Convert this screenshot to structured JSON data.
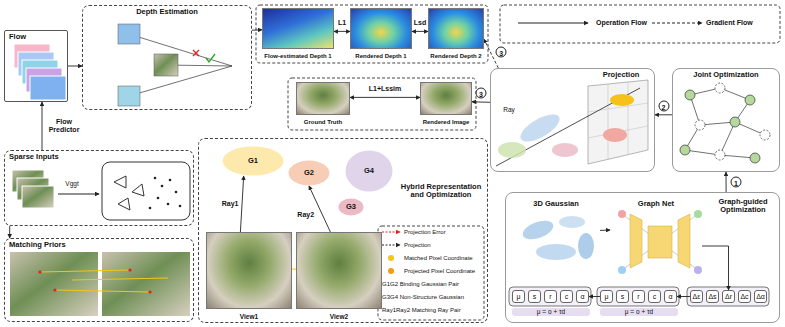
{
  "diagram": {
    "nodes": [
      {
        "text": [
          "Flow"
        ]
      },
      {
        "text": [
          "Sparse Inputs"
        ]
      },
      {
        "text": [
          "Matching Priors"
        ]
      },
      {
        "text": [
          "Depth Estimation"
        ]
      },
      {
        "text": [
          "Flow-estimated Depth 1"
        ]
      },
      {
        "text": [
          "Rendered Depth 1"
        ]
      },
      {
        "text": [
          "Rendered Depth 2"
        ]
      },
      {
        "text": [
          "Projection"
        ]
      },
      {
        "text": [
          "Joint Optimization"
        ]
      },
      {
        "text": [
          "Ground Truth"
        ]
      },
      {
        "text": [
          "Rendered Image"
        ]
      },
      {
        "text": [
          "Hybrid Representation and Optimization"
        ]
      },
      {
        "text": [
          "G1"
        ],
        "in": 11
      },
      {
        "text": [
          "G2"
        ],
        "in": 11
      },
      {
        "text": [
          "G4"
        ],
        "in": 11
      },
      {
        "text": [
          "G3"
        ],
        "in": 11
      },
      {
        "text": [
          "View1"
        ],
        "in": 11
      },
      {
        "text": [
          "View2"
        ],
        "in": 11
      },
      {
        "text": [
          "Graph-guided Optimization"
        ]
      },
      {
        "text": [
          "3D Gaussian"
        ],
        "in": 18
      },
      {
        "text": [
          "Graph Net"
        ],
        "in": 18
      },
      {
        "text": [
          "μ"
        ],
        "in": 18
      },
      {
        "text": [
          "s"
        ],
        "in": 18
      },
      {
        "text": [
          "r"
        ],
        "in": 18
      },
      {
        "text": [
          "c"
        ],
        "in": 18
      },
      {
        "text": [
          "α"
        ],
        "in": 18
      },
      {
        "text": [
          "μ"
        ],
        "in": 18
      },
      {
        "text": [
          "s"
        ],
        "in": 18
      },
      {
        "text": [
          "r"
        ],
        "in": 18
      },
      {
        "text": [
          "c"
        ],
        "in": 18
      },
      {
        "text": [
          "α"
        ],
        "in": 18
      },
      {
        "text": [
          "Δε"
        ],
        "in": 18
      },
      {
        "text": [
          "Δs"
        ],
        "in": 18
      },
      {
        "text": [
          "Δr"
        ],
        "in": 18
      },
      {
        "text": [
          "Δc"
        ],
        "in": 18
      },
      {
        "text": [
          "Δα"
        ],
        "in": 18
      }
    ],
    "edges": [
      {
        "from": 1,
        "to": 0,
        "label": "Flow Predictor",
        "arrow": "to"
      },
      {
        "from": 0,
        "to": 3,
        "arrow": "to"
      },
      {
        "from": 3,
        "to": 4,
        "arrow": "to"
      },
      {
        "from": 4,
        "to": 5,
        "label": "L1",
        "arrow": "both"
      },
      {
        "from": 5,
        "to": 6,
        "label": "Lsd",
        "arrow": "both"
      },
      {
        "from": 7,
        "to": 6,
        "label": "3",
        "arrow": "to"
      },
      {
        "from": 7,
        "to": 10,
        "label": "3",
        "arrow": "to"
      },
      {
        "from": 9,
        "to": 10,
        "label": "L1+Lssim",
        "arrow": "both"
      },
      {
        "from": 8,
        "to": 7,
        "label": "2",
        "arrow": "to"
      },
      {
        "from": 18,
        "to": 8,
        "label": "1",
        "arrow": "to"
      },
      {
        "from": 1,
        "to": 2,
        "arrow": "to"
      },
      {
        "from": 16,
        "to": 12,
        "label": "Ray1",
        "arrow": "to"
      },
      {
        "from": 17,
        "to": 13,
        "label": "Ray2",
        "arrow": "to"
      },
      {
        "from": 19,
        "to": 20,
        "arrow": "to"
      },
      {
        "from": 20,
        "to": 33,
        "arrow": "to"
      },
      {
        "from": 31,
        "to": 30,
        "arrow": "to"
      },
      {
        "from": 26,
        "to": 25,
        "arrow": "to"
      }
    ],
    "labels": [
      "Vggt",
      "Ray",
      "μ = o + τd",
      "μ = o + τd"
    ],
    "legend": [
      {
        "text": "Operation Flow"
      },
      {
        "text": "Gradient Flow"
      },
      {
        "text": "Projection Error"
      },
      {
        "text": "Projection"
      },
      {
        "text": "Matched Pixel Coordinate"
      },
      {
        "text": "Projected Pixel Coordinate"
      },
      {
        "text": "G1G2 Binding Gaussian Pair"
      },
      {
        "text": "G3G4 Non-Structure Gaussian"
      },
      {
        "text": "Ray1Ray2 Matching Ray Pair"
      }
    ]
  }
}
